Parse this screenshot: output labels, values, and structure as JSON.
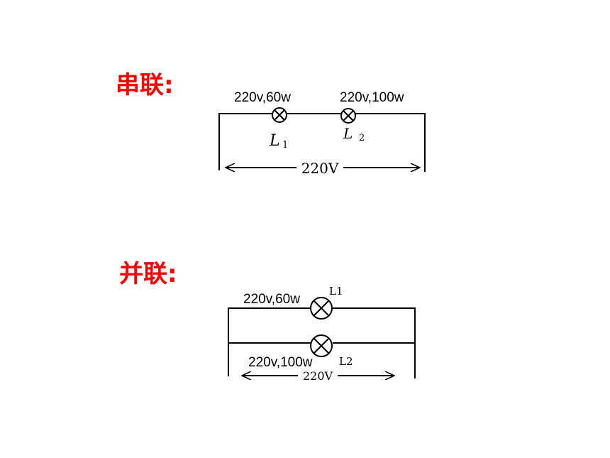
{
  "series": {
    "heading": "串联:",
    "lamp1": {
      "rating": "220v,60w",
      "name": "L",
      "subscript": "1"
    },
    "lamp2": {
      "rating": "220v,100w",
      "name": "L",
      "subscript": "2"
    },
    "voltage": "220V"
  },
  "parallel": {
    "heading": "并联:",
    "lamp1": {
      "rating": "220v,60w",
      "name": "L1"
    },
    "lamp2": {
      "rating": "220v,100w",
      "name": "L2"
    },
    "voltage": "220V"
  },
  "colors": {
    "heading": "#ff0000",
    "wire": "#000000"
  }
}
